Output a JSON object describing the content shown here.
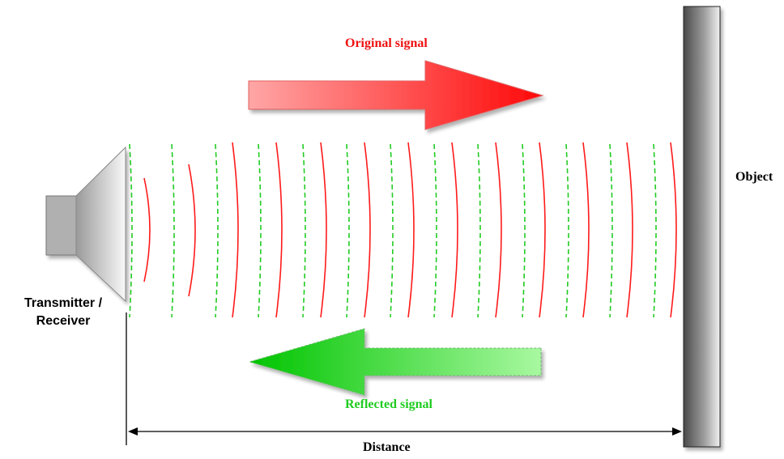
{
  "labels": {
    "original_signal": "Original signal",
    "reflected_signal": "Reflected signal",
    "distance": "Distance",
    "object": "Object",
    "transmitter_receiver": "Transmitter / Receiver"
  },
  "colors": {
    "original_signal": "#ff1a1a",
    "reflected_signal": "#22cc22",
    "wall": "#555555",
    "speaker": "#bbbbbb"
  }
}
